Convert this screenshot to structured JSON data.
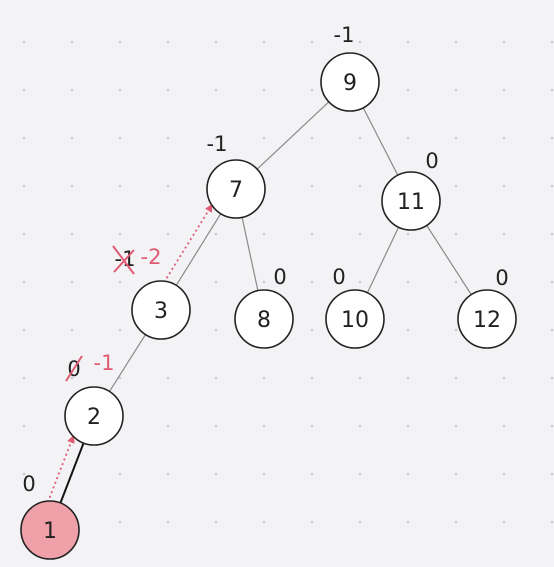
{
  "colors": {
    "background": "#f3f3f5",
    "grid_dot": "#c9c9cf",
    "edge": "#8a8a8a",
    "edge_bold": "#111111",
    "node_fill": "#ffffff",
    "node_stroke": "#222222",
    "highlight_fill": "#f0a0a8",
    "annotation_red": "#e05a74"
  },
  "nodes": [
    {
      "id": "9",
      "label": "9",
      "balance": "-1"
    },
    {
      "id": "7",
      "label": "7",
      "balance": "-1"
    },
    {
      "id": "11",
      "label": "11",
      "balance": "0"
    },
    {
      "id": "3",
      "label": "3",
      "balance_old": "-1",
      "balance_new": "-2"
    },
    {
      "id": "8",
      "label": "8",
      "balance": "0"
    },
    {
      "id": "10",
      "label": "10",
      "balance": "0"
    },
    {
      "id": "12",
      "label": "12",
      "balance": "0"
    },
    {
      "id": "2",
      "label": "2",
      "balance_old": "0",
      "balance_new": "-1"
    },
    {
      "id": "1",
      "label": "1",
      "balance": "0",
      "highlighted": true
    }
  ],
  "edges": [
    {
      "from": "9",
      "to": "7"
    },
    {
      "from": "9",
      "to": "11"
    },
    {
      "from": "7",
      "to": "3"
    },
    {
      "from": "7",
      "to": "8"
    },
    {
      "from": "11",
      "to": "10"
    },
    {
      "from": "11",
      "to": "12"
    },
    {
      "from": "3",
      "to": "2"
    },
    {
      "from": "2",
      "to": "1",
      "bold": true
    }
  ],
  "propagation_arrows": [
    {
      "from": "1",
      "to": "2"
    },
    {
      "from": "3",
      "to": "7"
    }
  ]
}
